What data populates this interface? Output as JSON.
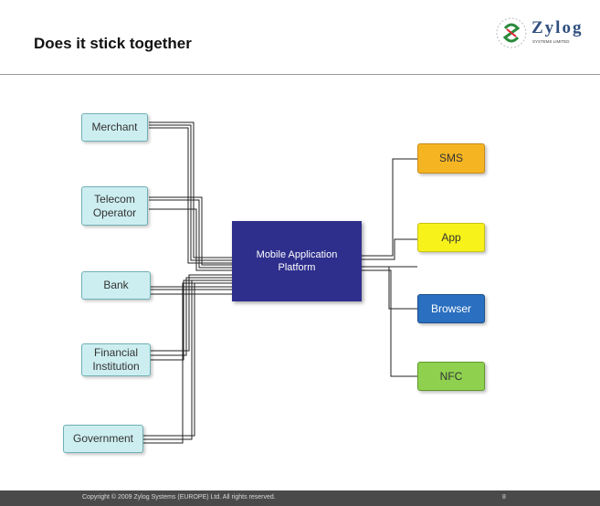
{
  "slide": {
    "title": "Does it stick together",
    "logo": {
      "text": "Zylog",
      "tagline": "SYSTEMS LIMITED"
    },
    "footer": {
      "copyright": "Copyright © 2009 Zylog Systems (EUROPE) Ltd. All rights reserved.",
      "page_number": "8"
    }
  },
  "diagram": {
    "sources": [
      {
        "label": "Merchant"
      },
      {
        "label": "Telecom Operator"
      },
      {
        "label": "Bank"
      },
      {
        "label": "Financial Institution"
      },
      {
        "label": "Government"
      }
    ],
    "hub": {
      "label": "Mobile Application Platform",
      "color": "#2e2f8c"
    },
    "outputs": [
      {
        "label": "SMS",
        "color": "#f5b523"
      },
      {
        "label": "App",
        "color": "#f7f21a"
      },
      {
        "label": "Browser",
        "color": "#2a6fc0"
      },
      {
        "label": "NFC",
        "color": "#8fd14f"
      }
    ]
  }
}
